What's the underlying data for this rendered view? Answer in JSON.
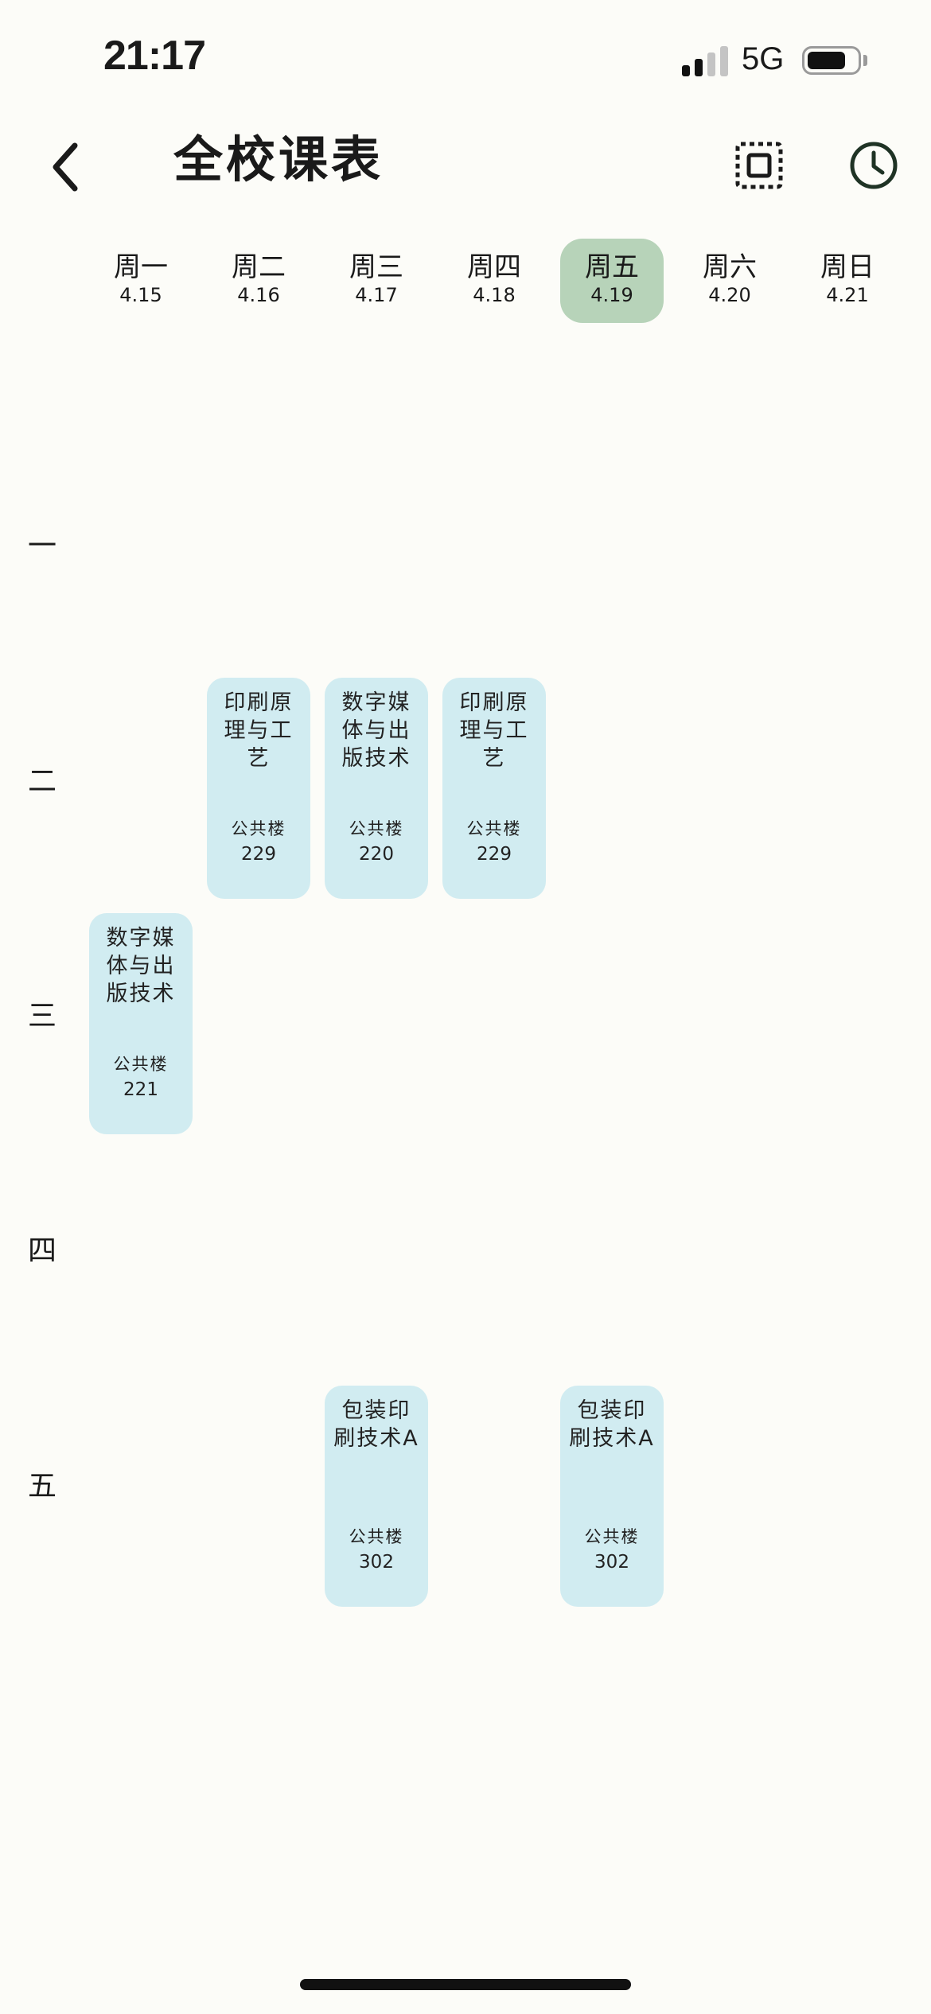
{
  "status_bar": {
    "time": "21:17",
    "network": "5G",
    "battery_level": 0.75,
    "signal_bars_active": 2,
    "signal_bars_total": 4
  },
  "header": {
    "title": "全校课表",
    "back_icon": "chevron-left-icon",
    "select_icon": "dashed-square-icon",
    "clock_icon": "clock-icon"
  },
  "week": {
    "selected_index": 4,
    "days": [
      {
        "name": "周一",
        "date": "4.15"
      },
      {
        "name": "周二",
        "date": "4.16"
      },
      {
        "name": "周三",
        "date": "4.17"
      },
      {
        "name": "周四",
        "date": "4.18"
      },
      {
        "name": "周五",
        "date": "4.19"
      },
      {
        "name": "周六",
        "date": "4.20"
      },
      {
        "name": "周日",
        "date": "4.21"
      }
    ]
  },
  "periods": [
    "一",
    "二",
    "三",
    "四",
    "五"
  ],
  "courses": [
    {
      "day": 1,
      "period": 1,
      "name": "印刷原理与工艺",
      "building": "公共楼",
      "room": "229"
    },
    {
      "day": 2,
      "period": 1,
      "name": "数字媒体与出版技术",
      "building": "公共楼",
      "room": "220"
    },
    {
      "day": 3,
      "period": 1,
      "name": "印刷原理与工艺",
      "building": "公共楼",
      "room": "229"
    },
    {
      "day": 0,
      "period": 2,
      "name": "数字媒体与出版技术",
      "building": "公共楼",
      "room": "221"
    },
    {
      "day": 2,
      "period": 4,
      "name": "包装印刷技术A",
      "building": "公共楼",
      "room": "302"
    },
    {
      "day": 4,
      "period": 4,
      "name": "包装印刷技术A",
      "building": "公共楼",
      "room": "302"
    }
  ],
  "colors": {
    "background": "#fcfcf8",
    "selected_day": "#b7d3b9",
    "course_card": "#d1ecf1",
    "clock_stroke": "#1f3325"
  }
}
